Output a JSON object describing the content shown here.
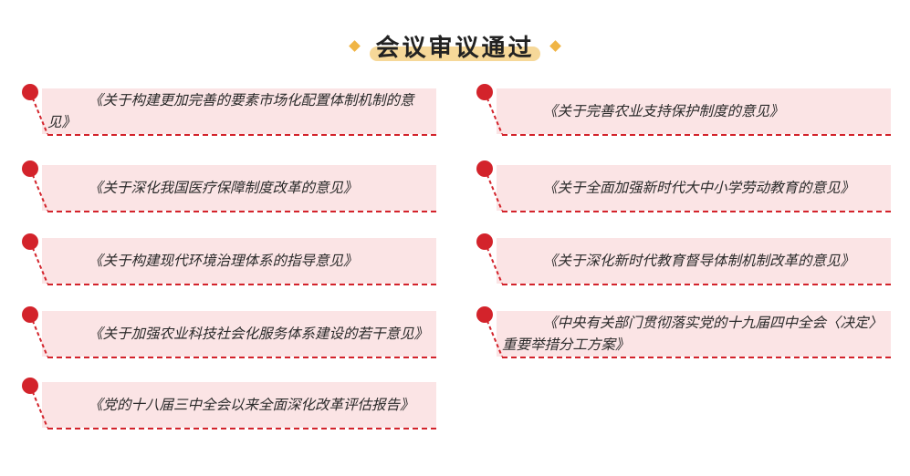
{
  "header": {
    "title": "会议审议通过"
  },
  "colors": {
    "accent_red": "#d3232b",
    "card_pink": "#fbe4e5",
    "title_highlight": "#f6d899",
    "diamond_gold": "#f0b545"
  },
  "documents_left": [
    "《关于构建更加完善的要素市场化配置体制机制的意见》",
    "《关于深化我国医疗保障制度改革的意见》",
    "《关于构建现代环境治理体系的指导意见》",
    "《关于加强农业科技社会化服务体系建设的若干意见》",
    "《党的十八届三中全会以来全面深化改革评估报告》"
  ],
  "documents_right": [
    "《关于完善农业支持保护制度的意见》",
    "《关于全面加强新时代大中小学劳动教育的意见》",
    "《关于深化新时代教育督导体制机制改革的意见》",
    "《中央有关部门贯彻落实党的十九届四中全会〈决定〉重要举措分工方案》"
  ]
}
